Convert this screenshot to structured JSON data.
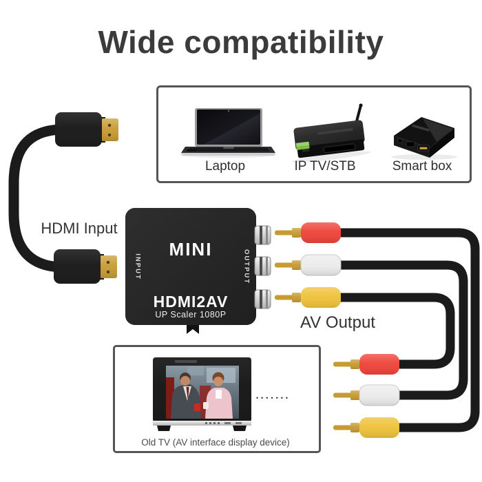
{
  "title": "Wide compatibility",
  "devices_panel": {
    "items": [
      {
        "label": "Laptop"
      },
      {
        "label": "IP TV/STB"
      },
      {
        "label": "Smart box"
      }
    ]
  },
  "hdmi_input_label": "HDMI Input",
  "av_output_label": "AV Output",
  "converter": {
    "brand": "MINI",
    "side_input": "INPUT",
    "side_output": "OUTPUT",
    "model": "HDMI2AV",
    "subtitle": "UP Scaler 1080P"
  },
  "tv_panel": {
    "caption": "Old TV (AV interface display device)",
    "dots": "•••••••"
  },
  "colors": {
    "title_text": "#3b3b3b",
    "panel_border": "#555555",
    "cable_black": "#1b1b1b",
    "device_black": "#262626",
    "rca_red": "#ee443a",
    "rca_white": "#ececec",
    "rca_yellow": "#eec23a",
    "connector_gold": "#c79b33",
    "stb_badge_green": "#7ac142"
  }
}
